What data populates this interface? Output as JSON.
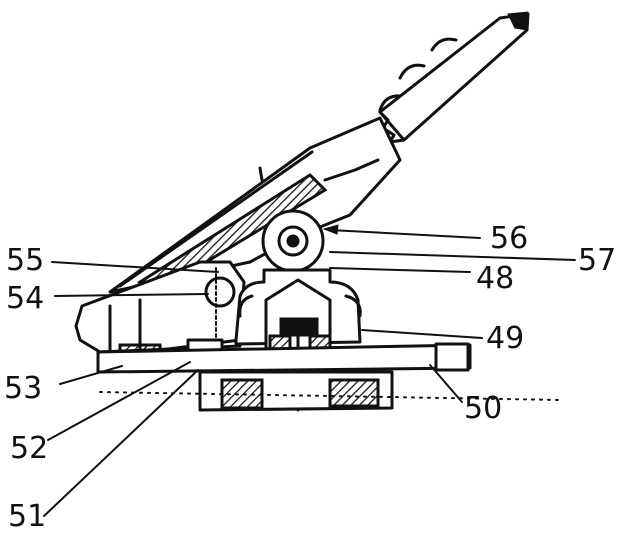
{
  "callouts": [
    {
      "id": "48",
      "label": "48"
    },
    {
      "id": "49",
      "label": "49"
    },
    {
      "id": "50",
      "label": "50"
    },
    {
      "id": "51",
      "label": "51"
    },
    {
      "id": "52",
      "label": "52"
    },
    {
      "id": "53",
      "label": "53"
    },
    {
      "id": "54",
      "label": "54"
    },
    {
      "id": "55",
      "label": "55"
    },
    {
      "id": "56",
      "label": "56"
    },
    {
      "id": "57",
      "label": "57"
    }
  ]
}
